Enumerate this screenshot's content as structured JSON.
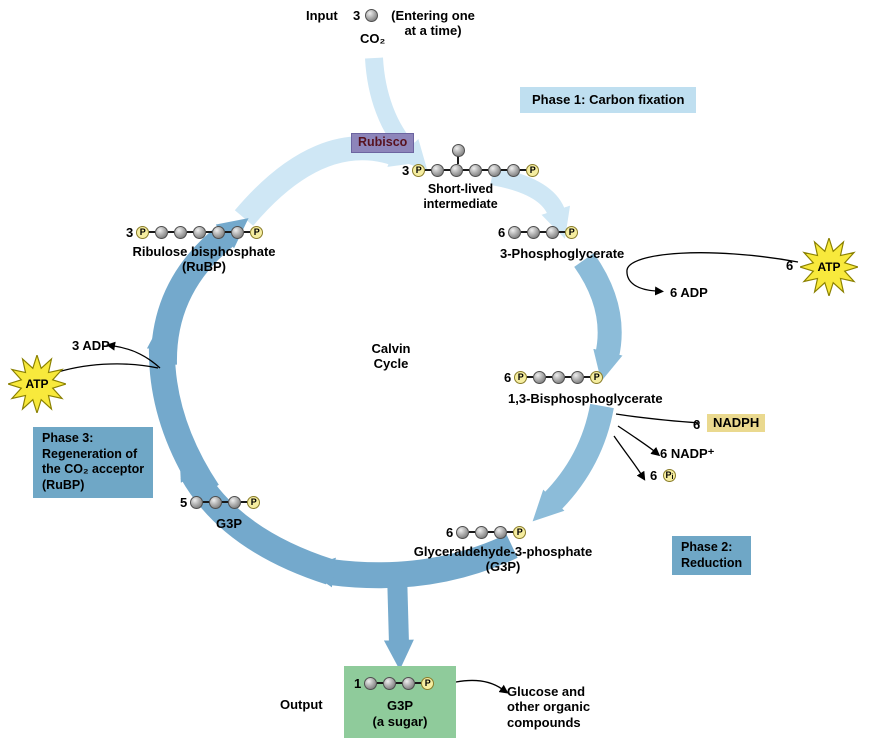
{
  "input": {
    "label": "Input",
    "count": "3",
    "note": "(Entering one\nat a time)",
    "molecule": "CO₂"
  },
  "enzyme": {
    "label": "Rubisco"
  },
  "phase1": {
    "label": "Phase 1: Carbon fixation"
  },
  "phase2": {
    "label": "Phase 2:\nReduction"
  },
  "phase3": {
    "label": "Phase 3:\nRegeneration of\nthe CO₂ acceptor\n(RuBP)"
  },
  "center": {
    "label": "Calvin\nCycle"
  },
  "phosphate_label": "P",
  "molecules": {
    "intermediate": {
      "count": "3",
      "left_p": true,
      "carbons": 5,
      "right_p": true,
      "top_carbon": true,
      "label": "Short-lived\nintermediate"
    },
    "pga": {
      "count": "6",
      "left_p": false,
      "carbons": 3,
      "right_p": true,
      "label": "3-Phosphoglycerate"
    },
    "bpg": {
      "count": "6",
      "left_p": true,
      "carbons": 3,
      "right_p": true,
      "label": "1,3-Bisphosphoglycerate"
    },
    "g3p6": {
      "count": "6",
      "left_p": false,
      "carbons": 3,
      "right_p": true,
      "label": "Glyceraldehyde-3-phosphate\n(G3P)"
    },
    "g3p5": {
      "count": "5",
      "left_p": false,
      "carbons": 3,
      "right_p": true,
      "label": "G3P"
    },
    "rubp": {
      "count": "3",
      "left_p": true,
      "carbons": 5,
      "right_p": true,
      "label": "Ribulose bisphosphate\n(RuBP)"
    },
    "output_g3p": {
      "count": "1",
      "left_p": false,
      "carbons": 3,
      "right_p": true,
      "label": "G3P\n(a sugar)"
    }
  },
  "cofactors": {
    "atp_right_count": "6",
    "atp_right": "ATP",
    "adp_right": "6 ADP",
    "nadph_count": "6",
    "nadph": "NADPH",
    "nadp": "6 NADP⁺",
    "pi_count": "6",
    "pi_symbol": "P",
    "pi_sub": "i",
    "atp_left": "ATP",
    "adp_left": "3 ADP"
  },
  "output": {
    "label": "Output",
    "products": "Glucose and\nother organic\ncompounds"
  },
  "colors": {
    "arrow_light": "#cfe7f5",
    "arrow_mid": "#8cbcd9",
    "arrow_dark": "#74a9cc",
    "phase1_bg": "#bfdff0",
    "phase_bg": "#6fa7c6",
    "nadph_bg": "#ead98f",
    "rubisco_bg": "#8d85ba",
    "rubisco_text": "#58121f",
    "output_bg": "#8fcb9b",
    "atp_fill": "#f8e93c",
    "phosphate_fill": "#f5eda0"
  }
}
